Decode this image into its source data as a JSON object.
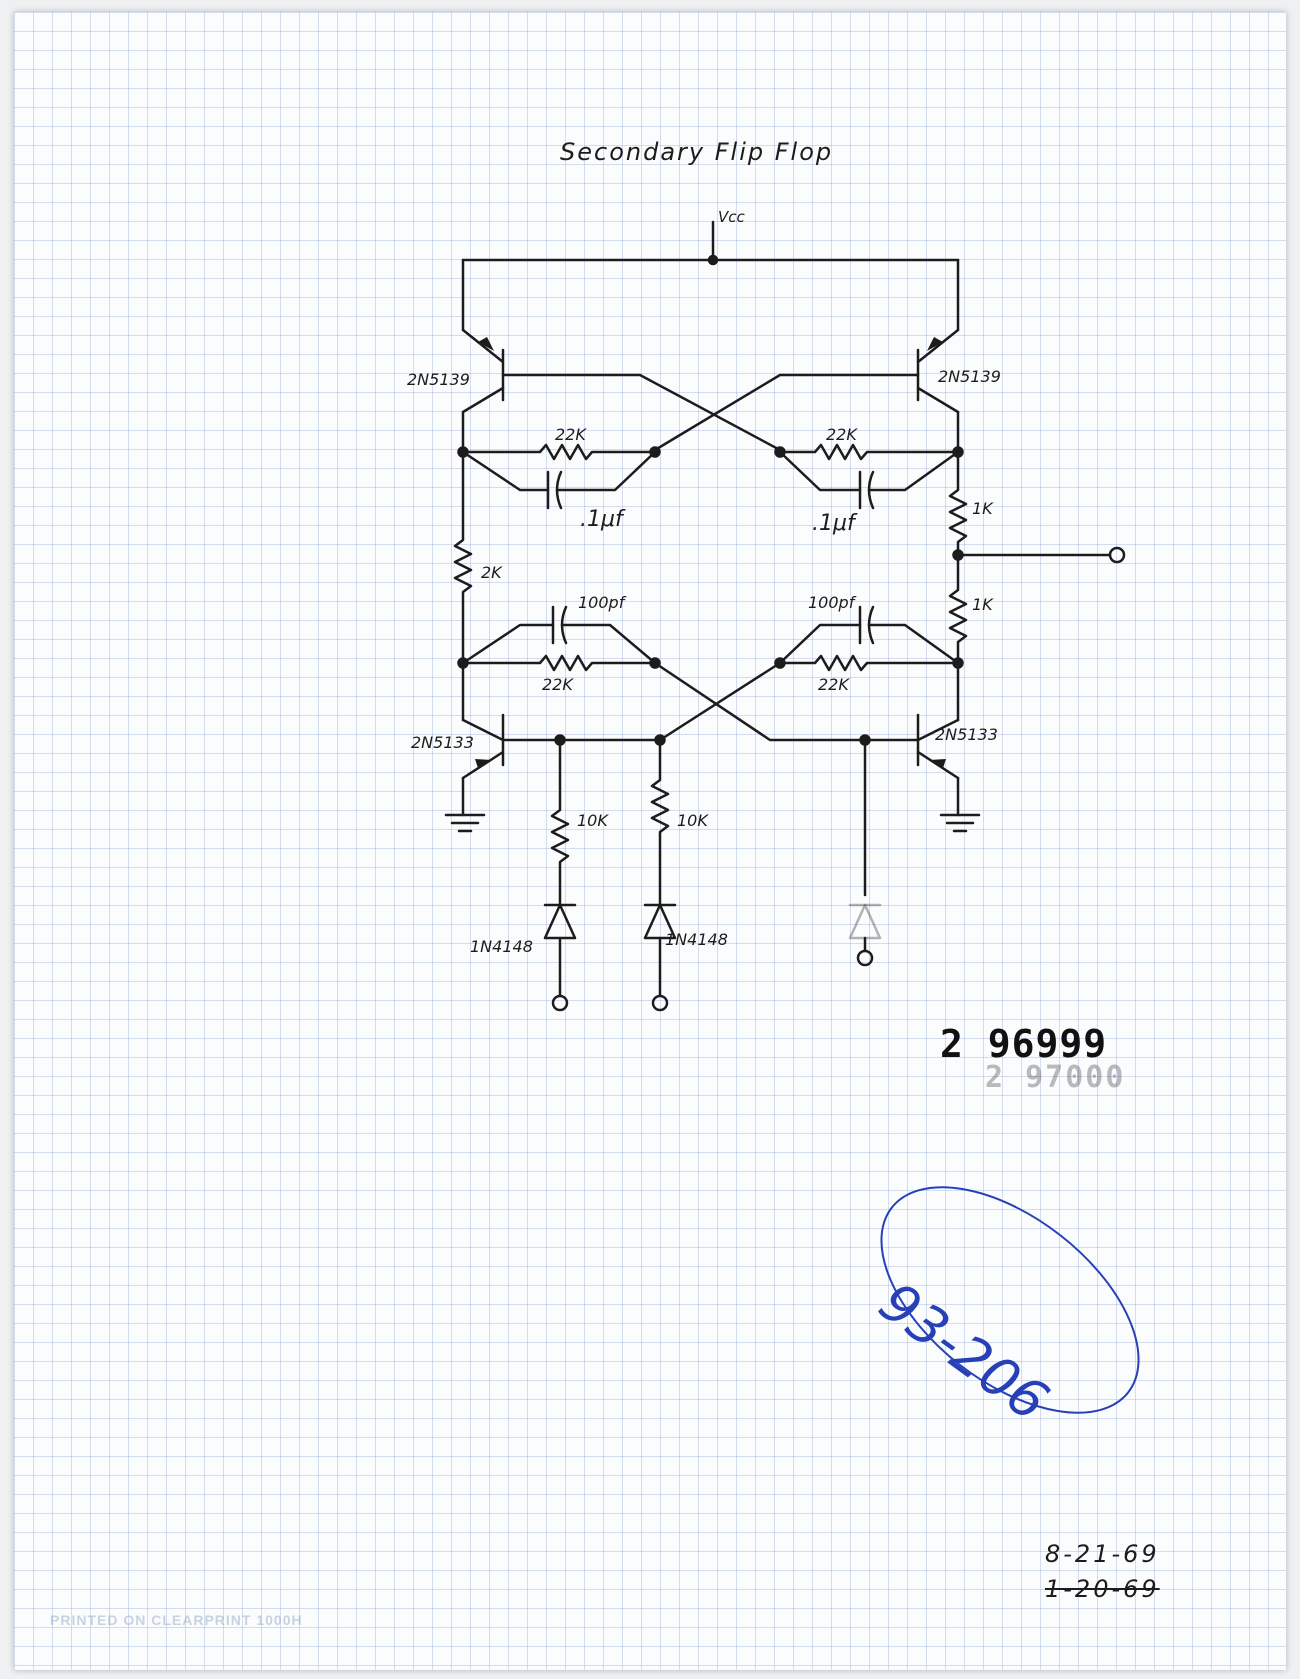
{
  "title": "Secondary Flip Flop",
  "supply_label": "Vcc",
  "components": {
    "q1": "2N5139",
    "q2": "2N5139",
    "q3": "2N5133",
    "q4": "2N5133",
    "r_top_left": "22K",
    "r_top_right": "22K",
    "c_top_left": ".1μf",
    "c_top_right": ".1μf",
    "r_left_mid": "2K",
    "r_right_upper": "1K",
    "r_right_lower": "1K",
    "c_bot_left": "100pf",
    "c_bot_right": "100pf",
    "r_bot_left": "22K",
    "r_bot_right": "22K",
    "r_in1": "10K",
    "r_in2": "10K",
    "d1": "1N4148",
    "d2": "1N4148"
  },
  "stamp_number": "2 96999",
  "stamp_ghost": "2 97000",
  "blue_id": "93-206",
  "date_current": "8-21-69",
  "date_struck": "1-20-69",
  "footer_text": "PRINTED ON CLEARPRINT 1000H",
  "colors": {
    "ink": "#1c1c1c",
    "blue_pen": "#2740b8",
    "grid": "#9fb3d6"
  }
}
